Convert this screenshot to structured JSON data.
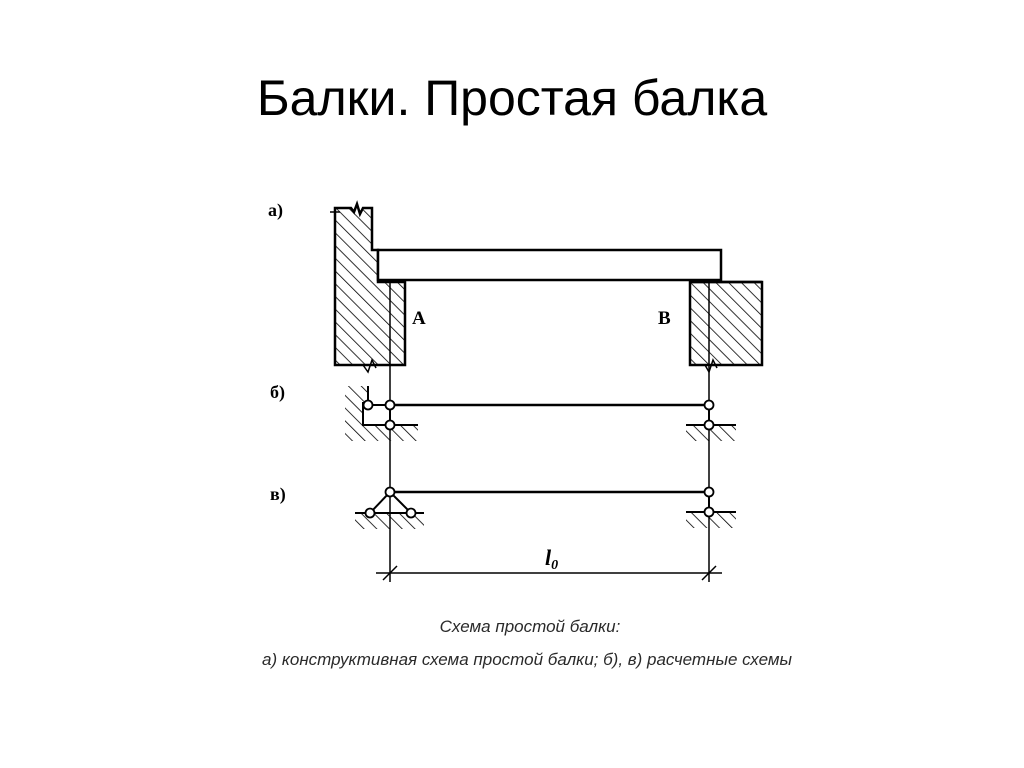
{
  "title": "Балки. Простая балка",
  "diagram": {
    "label_a": "а)",
    "label_b": "б)",
    "label_v": "в)",
    "support_a": "А",
    "support_b": "В",
    "span_symbol": "l",
    "span_subscript": "0"
  },
  "caption": {
    "line1": "Схема простой балки:",
    "line2": "а) конструктивная схема простой балки; б), в) расчетные схемы"
  }
}
